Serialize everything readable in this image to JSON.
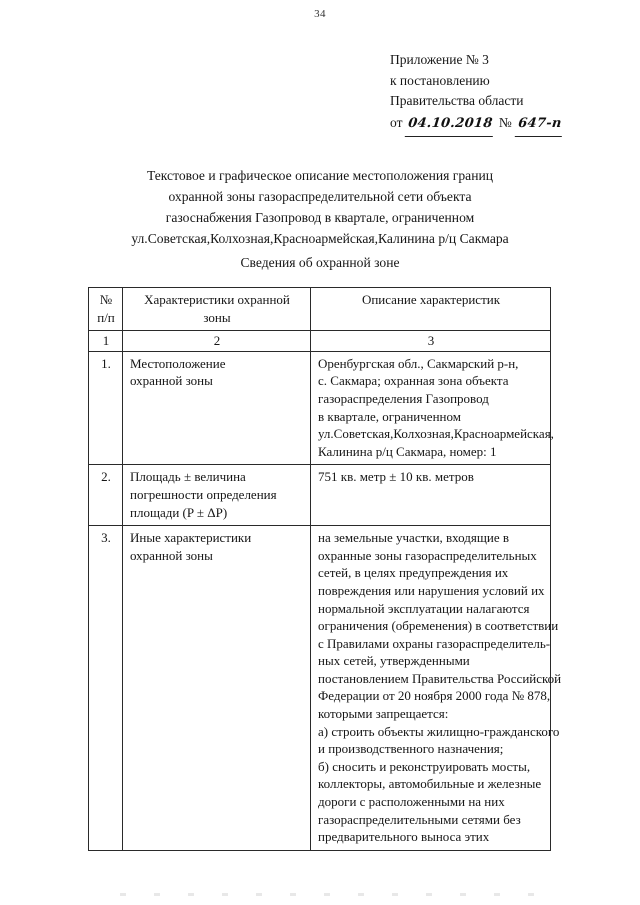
{
  "page": {
    "number": "34"
  },
  "appendix": {
    "line1": "Приложение № 3",
    "line2": "к постановлению",
    "line3": "Правительства области",
    "prefix": "от",
    "date_handwritten": "04.10.2018",
    "number_sign": "№",
    "number_handwritten": "647-п"
  },
  "title": {
    "line1": "Текстовое и графическое описание местоположения границ",
    "line2": "охранной зоны газораспределительной сети объекта",
    "line3": "газоснабжения Газопровод в квартале, ограниченном",
    "line4": "ул.Советская,Колхозная,Красноармейская,Калинина р/ц Сакмара"
  },
  "section": {
    "heading": "Сведения об охранной зоне"
  },
  "table": {
    "headers": {
      "col1_line1": "№",
      "col1_line2": "п/п",
      "col2_line1": "Характеристики охранной",
      "col2_line2": "зоны",
      "col3": "Описание характеристик"
    },
    "column_numbers": [
      "1",
      "2",
      "3"
    ],
    "rows": [
      {
        "index": "1.",
        "characteristic_lines": [
          "Местоположение",
          "охранной зоны"
        ],
        "description_lines": [
          "Оренбургская обл., Сакмарский р-н,",
          "с. Сакмара; охранная зона объекта",
          "газораспределения  Газопровод",
          "в квартале, ограниченном",
          "ул.Советская,Колхозная,Красноармейская,",
          "Калинина р/ц Сакмара, номер: 1"
        ]
      },
      {
        "index": "2.",
        "characteristic_lines": [
          "Площадь ± величина",
          "погрешности определения",
          "площади (P ± ΔP)"
        ],
        "description_lines": [
          "751 кв. метр ± 10 кв. метров"
        ]
      },
      {
        "index": "3.",
        "characteristic_lines": [
          "Иные характеристики",
          "охранной зоны"
        ],
        "description_lines": [
          "на земельные участки, входящие в",
          "охранные зоны газораспределительных",
          "сетей, в целях предупреждения их",
          "повреждения или нарушения условий их",
          "нормальной эксплуатации налагаются",
          "ограничения (обременения) в соответствии",
          "с Правилами охраны газораспределитель-",
          "ных сетей, утвержденными",
          "постановлением Правительства Российской",
          "Федерации от 20 ноября 2000 года № 878,",
          "которыми запрещается:",
          "а) строить объекты жилищно-гражданского",
          "и производственного назначения;",
          "б) сносить и реконструировать мосты,",
          "коллекторы, автомобильные и железные",
          "дороги с расположенными на них",
          "газораспределительными сетями без",
          "предварительного выноса этих"
        ]
      }
    ]
  }
}
